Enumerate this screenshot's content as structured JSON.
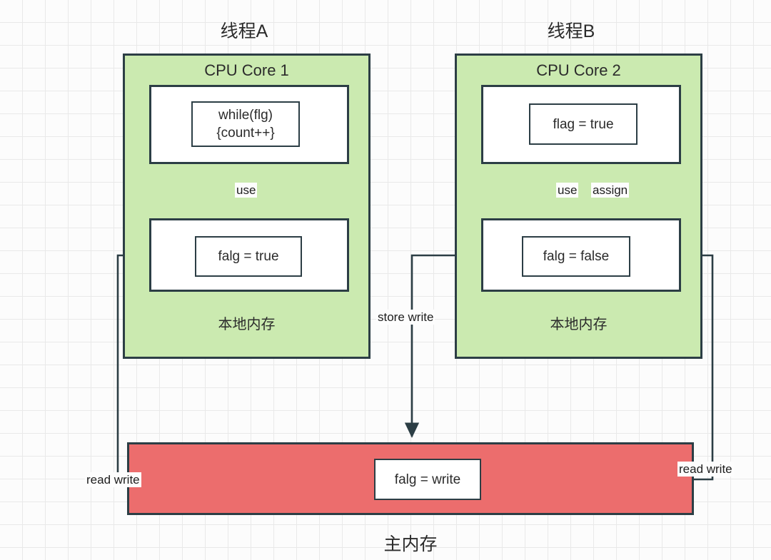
{
  "diagram": {
    "title_left": "线程A",
    "title_right": "线程B",
    "main_memory_label": "主内存",
    "colors": {
      "core_fill": "#cbeab0",
      "main_memory_fill": "#ec6d6d",
      "stroke": "#2c3e45",
      "grid": "#e9e9e9",
      "background": "#fcfcfc"
    }
  },
  "cores": [
    {
      "title": "CPU Core 1",
      "code_box": "while(flg)\n{count++}",
      "local_memory_box": "falg = true",
      "local_memory_label": "本地内存"
    },
    {
      "title": "CPU Core 2",
      "code_box": "flag = true",
      "local_memory_box": "falg = false",
      "local_memory_label": "本地内存"
    }
  ],
  "main_memory": {
    "value_box": "falg = write",
    "label": "主内存"
  },
  "edges": {
    "use_left": "use",
    "use_right": "use",
    "assign_right": "assign",
    "store_write": "store write",
    "read_write_left": "read write",
    "read_write_right": "read write"
  }
}
